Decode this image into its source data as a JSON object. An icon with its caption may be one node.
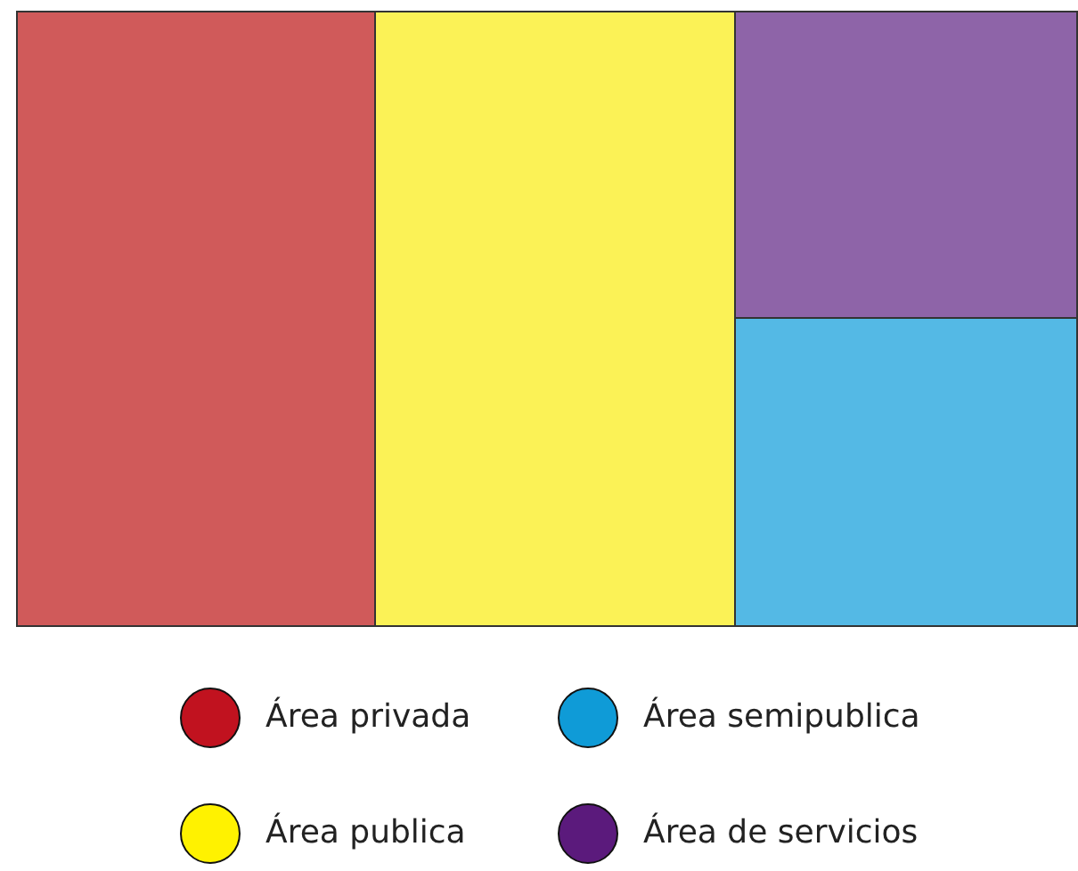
{
  "diagram": {
    "nodes": [
      {
        "text": [],
        "shape": "box"
      },
      {
        "text": [],
        "shape": "box"
      },
      {
        "text": [],
        "shape": "box"
      },
      {
        "text": [],
        "shape": "box"
      }
    ],
    "legend": [
      {
        "text": "Área privada",
        "color": "#c1121f"
      },
      {
        "text": "Área semipublica",
        "color": "#0f9bd7"
      },
      {
        "text": "Área publica",
        "color": "#fff200"
      },
      {
        "text": "Área de servicios",
        "color": "#5b1a7c"
      }
    ]
  }
}
